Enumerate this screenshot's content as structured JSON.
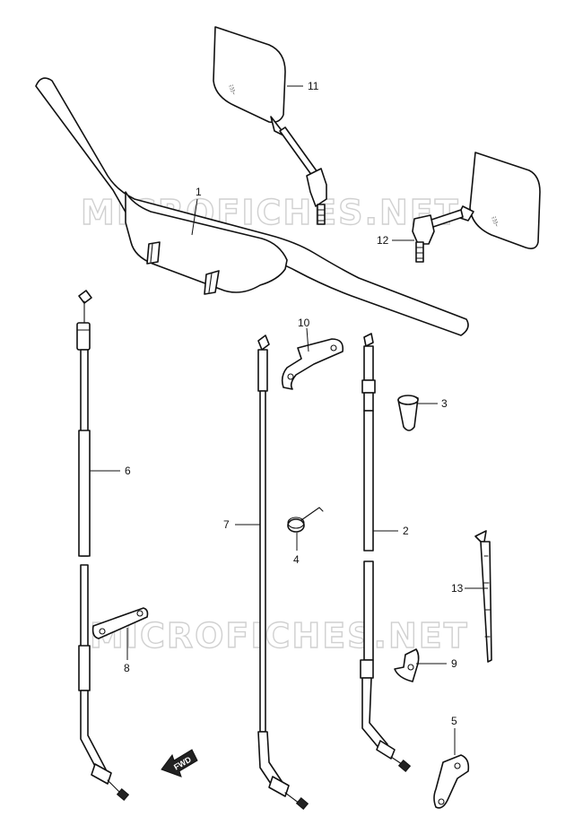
{
  "watermark": "MICROFICHES.NET",
  "fwd_label": "FWD",
  "mirror_text": "ﾐﾗﾗｰ",
  "callouts": [
    {
      "id": "1",
      "label": "1"
    },
    {
      "id": "2",
      "label": "2"
    },
    {
      "id": "3",
      "label": "3"
    },
    {
      "id": "4",
      "label": "4"
    },
    {
      "id": "5",
      "label": "5"
    },
    {
      "id": "6",
      "label": "6"
    },
    {
      "id": "7",
      "label": "7"
    },
    {
      "id": "8",
      "label": "8"
    },
    {
      "id": "9",
      "label": "9"
    },
    {
      "id": "10",
      "label": "10"
    },
    {
      "id": "11",
      "label": "11"
    },
    {
      "id": "12",
      "label": "12"
    },
    {
      "id": "13",
      "label": "13"
    }
  ]
}
